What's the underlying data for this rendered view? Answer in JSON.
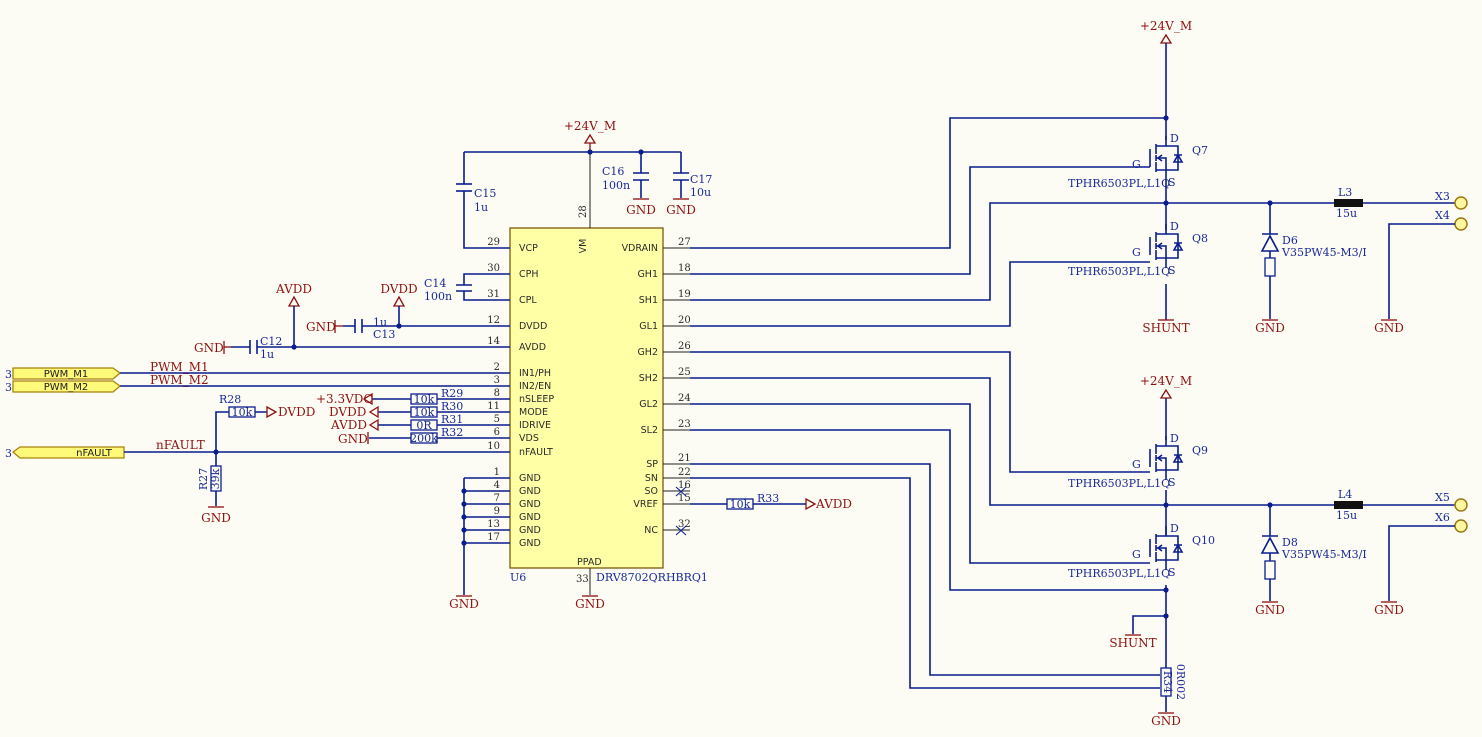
{
  "ic": {
    "designator": "U6",
    "part": "DRV8702QRHBRQ1",
    "vm_pin_name": "VM",
    "vm_pin_num": "28",
    "ppad_name": "PPAD",
    "ppad_num": "33",
    "left_pins": [
      {
        "num": "29",
        "name": "VCP"
      },
      {
        "num": "30",
        "name": "CPH"
      },
      {
        "num": "31",
        "name": "CPL"
      },
      {
        "num": "12",
        "name": "DVDD"
      },
      {
        "num": "14",
        "name": "AVDD"
      },
      {
        "num": "2",
        "name": "IN1/PH"
      },
      {
        "num": "3",
        "name": "IN2/EN"
      },
      {
        "num": "8",
        "name": "nSLEEP"
      },
      {
        "num": "11",
        "name": "MODE"
      },
      {
        "num": "5",
        "name": "IDRIVE"
      },
      {
        "num": "6",
        "name": "VDS"
      },
      {
        "num": "10",
        "name": "nFAULT"
      },
      {
        "num": "1",
        "name": "GND"
      },
      {
        "num": "4",
        "name": "GND"
      },
      {
        "num": "7",
        "name": "GND"
      },
      {
        "num": "9",
        "name": "GND"
      },
      {
        "num": "13",
        "name": "GND"
      },
      {
        "num": "17",
        "name": "GND"
      }
    ],
    "right_pins": [
      {
        "num": "27",
        "name": "VDRAIN"
      },
      {
        "num": "18",
        "name": "GH1"
      },
      {
        "num": "19",
        "name": "SH1"
      },
      {
        "num": "20",
        "name": "GL1"
      },
      {
        "num": "26",
        "name": "GH2"
      },
      {
        "num": "25",
        "name": "SH2"
      },
      {
        "num": "24",
        "name": "GL2"
      },
      {
        "num": "23",
        "name": "SL2"
      },
      {
        "num": "21",
        "name": "SP"
      },
      {
        "num": "22",
        "name": "SN"
      },
      {
        "num": "16",
        "name": "SO"
      },
      {
        "num": "15",
        "name": "VREF"
      },
      {
        "num": "32",
        "name": "NC"
      }
    ]
  },
  "power": {
    "v24_top": "+24V_M",
    "v24_mid": "+24V_M",
    "v24_bot": "+24V_M",
    "avdd_sym": "AVDD",
    "dvdd_sym": "DVDD",
    "gnd": "GND",
    "shunt": "SHUNT",
    "shunt2": "SHUNT",
    "v33": "+3.3VDC",
    "dvdd2": "DVDD",
    "avdd2": "AVDD",
    "gnd_vds": "GND",
    "dvdd_r28": "DVDD",
    "avdd_vref": "AVDD"
  },
  "caps": {
    "c15": {
      "ref": "C15",
      "val": "1u"
    },
    "c16": {
      "ref": "C16",
      "val": "100n"
    },
    "c17": {
      "ref": "C17",
      "val": "10u"
    },
    "c14": {
      "ref": "C14",
      "val": "100n"
    },
    "c13": {
      "ref": "C13",
      "val": "1u"
    },
    "c12": {
      "ref": "C12",
      "val": "1u"
    }
  },
  "resistors": {
    "r28": {
      "ref": "R28",
      "val": "10k"
    },
    "r27": {
      "ref": "R27",
      "val": "39k"
    },
    "r29": {
      "ref": "R29",
      "val": "10k"
    },
    "r30": {
      "ref": "R30",
      "val": "10k"
    },
    "r31": {
      "ref": "R31",
      "val": "0R"
    },
    "r32": {
      "ref": "R32",
      "val": "200k"
    },
    "r33": {
      "ref": "R33",
      "val": "10k"
    },
    "r34": {
      "ref": "R34",
      "val": "0R002"
    }
  },
  "mosfets": {
    "q7": {
      "ref": "Q7",
      "part": "TPHR6503PL,L1Q"
    },
    "q8": {
      "ref": "Q8",
      "part": "TPHR6503PL,L1Q"
    },
    "q9": {
      "ref": "Q9",
      "part": "TPHR6503PL,L1Q"
    },
    "q10": {
      "ref": "Q10",
      "part": "TPHR6503PL,L1Q"
    },
    "d": "D",
    "g": "G",
    "s": "S"
  },
  "diodes": {
    "d6": {
      "ref": "D6",
      "part": "V35PW45-M3/I"
    },
    "d8": {
      "ref": "D8",
      "part": "V35PW45-M3/I"
    }
  },
  "inductors": {
    "l3": {
      "ref": "L3",
      "val": "15u"
    },
    "l4": {
      "ref": "L4",
      "val": "15u"
    }
  },
  "connectors": {
    "x3": "X3",
    "x4": "X4",
    "x5": "X5",
    "x6": "X6"
  },
  "ports": {
    "pwm_m1": {
      "sheet": "3",
      "name": "PWM_M1",
      "net": "PWM_M1"
    },
    "pwm_m2": {
      "sheet": "3",
      "name": "PWM_M2",
      "net": "PWM_M2"
    },
    "nfault": {
      "sheet": "3",
      "name": "nFAULT",
      "net": "nFAULT"
    }
  }
}
